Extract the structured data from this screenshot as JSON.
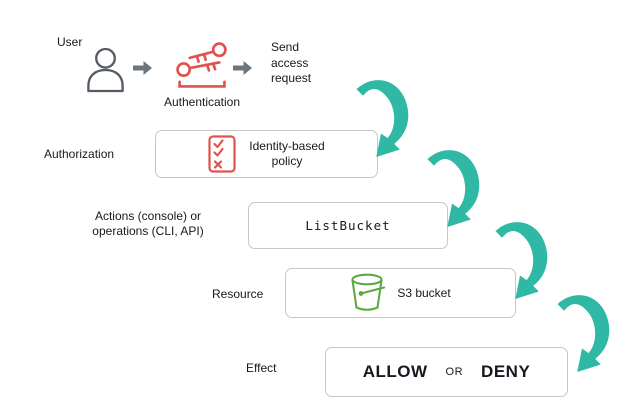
{
  "top_flow": {
    "user_label": "User",
    "authentication_label": "Authentication",
    "send_request": "Send\naccess\nrequest"
  },
  "authorization_row": {
    "label": "Authorization",
    "policy_text": "Identity-based\npolicy"
  },
  "actions_row": {
    "label": "Actions (console) or\noperations (CLI, API)",
    "value": "ListBucket"
  },
  "resource_row": {
    "label": "Resource",
    "value": "S3 bucket"
  },
  "effect_row": {
    "label": "Effect",
    "allow": "ALLOW",
    "or": "OR",
    "deny": "DENY"
  },
  "icons": {
    "user": "person-outline-icon",
    "authentication": "double-keys-icon",
    "policy": "checklist-icon",
    "resource": "s3-bucket-icon",
    "flow_step": "right-arrow-icon",
    "cascade": "curved-teal-arrow-icon"
  },
  "colors": {
    "accent_teal": "#2FB8A3",
    "icon_red": "#E0524E",
    "icon_green": "#5FA843",
    "icon_gray": "#545B64",
    "arrow_gray": "#6E767D",
    "box_border": "#C6C7C8",
    "text": "#16191F"
  }
}
